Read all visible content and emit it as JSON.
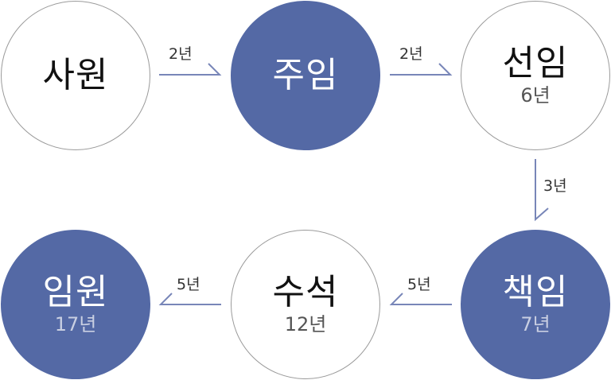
{
  "nodes": [
    {
      "title": "사원",
      "years": ""
    },
    {
      "title": "주임",
      "years": ""
    },
    {
      "title": "선임",
      "years": "6년"
    },
    {
      "title": "책임",
      "years": "7년"
    },
    {
      "title": "수석",
      "years": "12년"
    },
    {
      "title": "임원",
      "years": "17년"
    }
  ],
  "edges": [
    {
      "label": "2년"
    },
    {
      "label": "2년"
    },
    {
      "label": "3년"
    },
    {
      "label": "5년"
    },
    {
      "label": "5년"
    }
  ],
  "colors": {
    "filled": "#5469a5",
    "outline": "#9a9a9a",
    "arrow": "#7886b8"
  }
}
